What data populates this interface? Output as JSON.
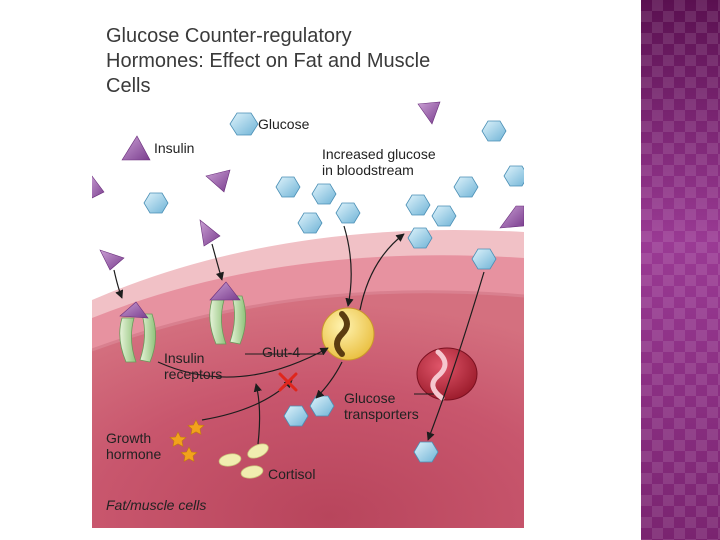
{
  "title": "Glucose Counter-regulatory Hormones: Effect on Fat and Muscle Cells",
  "labels": {
    "glucose": "Glucose",
    "insulin": "Insulin",
    "increased_glucose_line1": "Increased glucose",
    "increased_glucose_line2": "in bloodstream",
    "insulin_receptors_line1": "Insulin",
    "insulin_receptors_line2": "receptors",
    "glut4": "Glut-4",
    "glucose_transporters_line1": "Glucose",
    "glucose_transporters_line2": "transporters",
    "growth_hormone_line1": "Growth",
    "growth_hormone_line2": "hormone",
    "cortisol": "Cortisol",
    "cell_caption": "Fat/muscle cells"
  },
  "colors": {
    "side_panel": "#8a2f86",
    "insulin_triangle": "#9b5aa8",
    "glucose_hex": "#a9d8ee",
    "cell_membrane": "#e79aa6",
    "cell_interior": "#c7566a",
    "glut4": "#f3d36b",
    "transporter_red": "#b8283a",
    "growth_hormone_star": "#f2a21c",
    "cortisol": "#f1edb0",
    "receptor_green": "#b7d8a6",
    "block_x": "#e0261c"
  },
  "icons": {
    "insulin": "purple-triangle-icon",
    "glucose": "blue-hexagon-icon",
    "growth_hormone": "orange-star-icon",
    "cortisol": "yellow-ellipse-icon"
  }
}
